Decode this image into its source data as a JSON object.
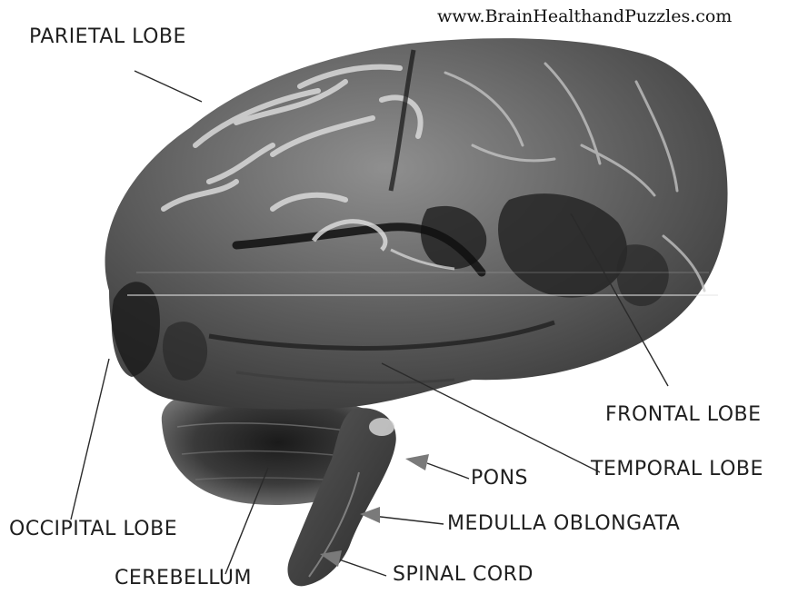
{
  "watermark": "www.BrainHealthandPuzzles.com",
  "labels": {
    "parietal_lobe": "PARIETAL LOBE",
    "frontal_lobe": "FRONTAL LOBE",
    "temporal_lobe": "TEMPORAL LOBE",
    "pons": "PONS",
    "medulla_oblongata": "MEDULLA OBLONGATA",
    "occipital_lobe": "OCCIPITAL LOBE",
    "cerebellum": "CEREBELLUM",
    "spinal_cord": "SPINAL CORD"
  },
  "colors": {
    "cortex_light": "#9c9c9c",
    "cortex_mid": "#6e6e6e",
    "cortex_dark": "#2e2e2e",
    "sulci": "#151515",
    "gyri_highlight": "#d6d6d6",
    "label_text": "#1f1f1f"
  }
}
